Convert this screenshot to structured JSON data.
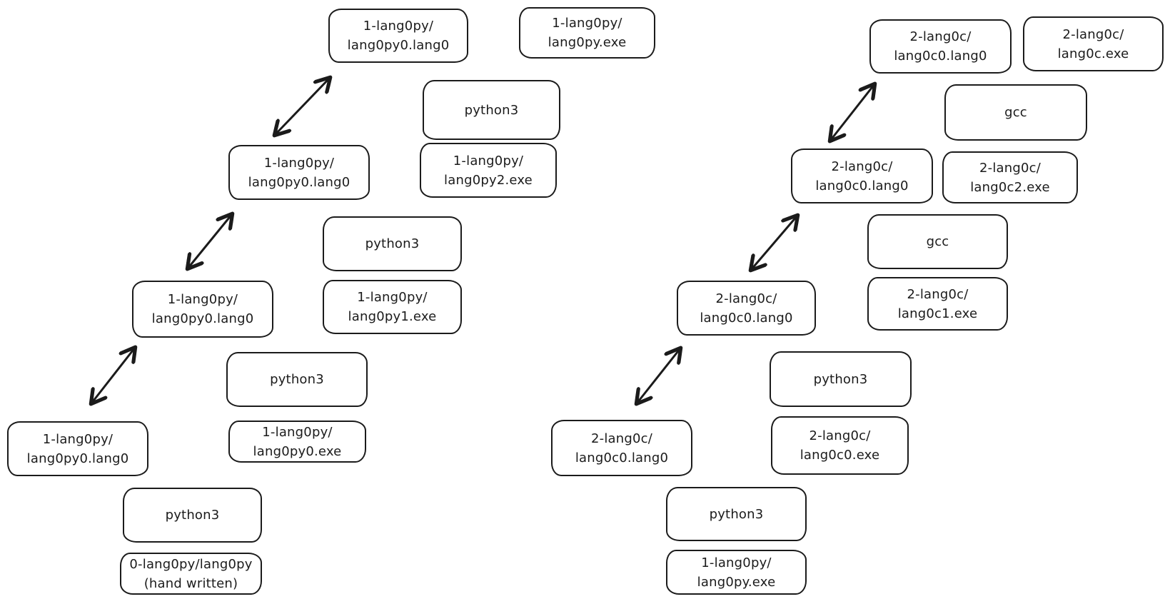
{
  "colors": {
    "stroke": "#1b1b1b",
    "background": "#ffffff"
  },
  "left_chain": {
    "nodes": [
      {
        "id": "lang0py0-lang0-step4",
        "label": "1-lang0py/\nlang0py0.lang0"
      },
      {
        "id": "lang0py-exe",
        "label": "1-lang0py/\nlang0py.exe"
      },
      {
        "id": "python3-step4",
        "label": "python3"
      },
      {
        "id": "lang0py2-exe",
        "label": "1-lang0py/\nlang0py2.exe"
      },
      {
        "id": "lang0py0-lang0-step3",
        "label": "1-lang0py/\nlang0py0.lang0"
      },
      {
        "id": "python3-step3",
        "label": "python3"
      },
      {
        "id": "lang0py1-exe",
        "label": "1-lang0py/\nlang0py1.exe"
      },
      {
        "id": "lang0py0-lang0-step2",
        "label": "1-lang0py/\nlang0py0.lang0"
      },
      {
        "id": "python3-step2",
        "label": "python3"
      },
      {
        "id": "lang0py0-exe",
        "label": "1-lang0py/\nlang0py0.exe"
      },
      {
        "id": "lang0py0-lang0-step1",
        "label": "1-lang0py/\nlang0py0.lang0"
      },
      {
        "id": "python3-step1",
        "label": "python3"
      },
      {
        "id": "lang0py-hand-written",
        "label": "0-lang0py/lang0py\n(hand written)"
      }
    ],
    "arrows": [
      {
        "from": "lang0py0-lang0-step1",
        "to": "lang0py0-lang0-step2",
        "style": "double-headed"
      },
      {
        "from": "lang0py0-lang0-step2",
        "to": "lang0py0-lang0-step3",
        "style": "double-headed"
      },
      {
        "from": "lang0py0-lang0-step3",
        "to": "lang0py0-lang0-step4",
        "style": "double-headed"
      }
    ]
  },
  "right_chain": {
    "nodes": [
      {
        "id": "lang0c0-lang0-step4",
        "label": "2-lang0c/\nlang0c0.lang0"
      },
      {
        "id": "lang0c-exe",
        "label": "2-lang0c/\nlang0c.exe"
      },
      {
        "id": "gcc-step4",
        "label": "gcc"
      },
      {
        "id": "lang0c2-exe",
        "label": "2-lang0c/\nlang0c2.exe"
      },
      {
        "id": "lang0c0-lang0-step3",
        "label": "2-lang0c/\nlang0c0.lang0"
      },
      {
        "id": "gcc-step3",
        "label": "gcc"
      },
      {
        "id": "lang0c1-exe",
        "label": "2-lang0c/\nlang0c1.exe"
      },
      {
        "id": "lang0c0-lang0-step2",
        "label": "2-lang0c/\nlang0c0.lang0"
      },
      {
        "id": "python3-step2",
        "label": "python3"
      },
      {
        "id": "lang0c0-exe",
        "label": "2-lang0c/\nlang0c0.exe"
      },
      {
        "id": "lang0c0-lang0-step1",
        "label": "2-lang0c/\nlang0c0.lang0"
      },
      {
        "id": "python3-step1",
        "label": "python3"
      },
      {
        "id": "lang0py-exe-input",
        "label": "1-lang0py/\nlang0py.exe"
      }
    ],
    "arrows": [
      {
        "from": "lang0c0-lang0-step1",
        "to": "lang0c0-lang0-step2",
        "style": "double-headed"
      },
      {
        "from": "lang0c0-lang0-step2",
        "to": "lang0c0-lang0-step3",
        "style": "double-headed"
      },
      {
        "from": "lang0c0-lang0-step3",
        "to": "lang0c0-lang0-step4",
        "style": "double-headed"
      }
    ]
  }
}
